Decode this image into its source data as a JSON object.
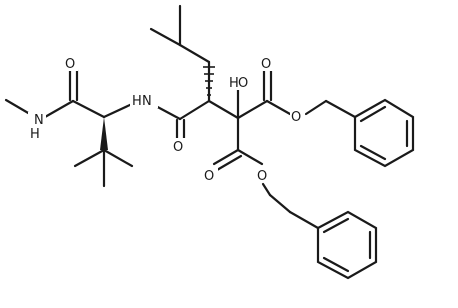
{
  "molecule": {
    "atoms": [
      {
        "id": "o_amide1",
        "label": "O"
      },
      {
        "id": "n_methylamide",
        "label": "N",
        "h": "H"
      },
      {
        "id": "n_amide2",
        "label": "N",
        "h": "H"
      },
      {
        "id": "o_amide2",
        "label": "O"
      },
      {
        "id": "o_hydroxyl",
        "label": "O",
        "h": "H"
      },
      {
        "id": "o_ester1_carbonyl",
        "label": "O"
      },
      {
        "id": "o_ester1_link",
        "label": "O"
      },
      {
        "id": "o_ester2_carbonyl",
        "label": "O"
      },
      {
        "id": "o_ester2_link",
        "label": "O"
      }
    ]
  }
}
